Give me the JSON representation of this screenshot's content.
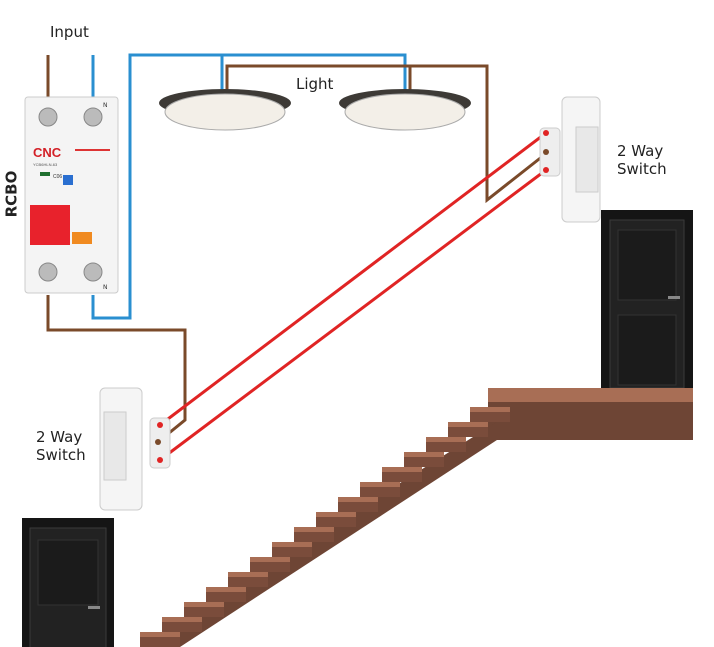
{
  "labels": {
    "input": "Input",
    "light": "Light",
    "rcbo": "RCBO",
    "switch_right": [
      "2 Way",
      "Switch"
    ],
    "switch_left": [
      "2 Way",
      "Switch"
    ]
  },
  "rcbo": {
    "brand": "CNC",
    "model": "YCB6HLN-63",
    "rating": "C06",
    "neutral_mark": "N"
  },
  "colors": {
    "live": "#7a4a2a",
    "neutral": "#2a8fd0",
    "traveler": "#e02424",
    "door": "#1a1a1a",
    "stair": "#8a5a44"
  }
}
